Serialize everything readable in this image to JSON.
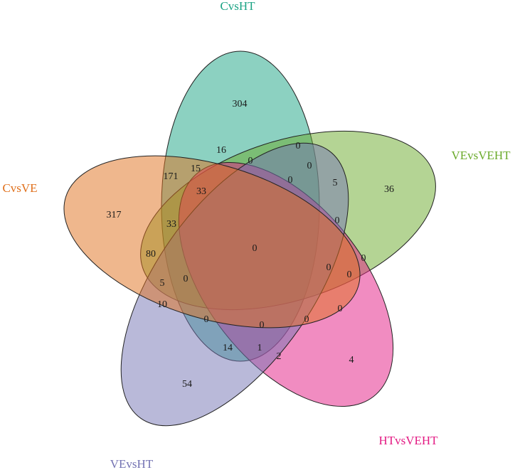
{
  "sets": [
    {
      "name": "CvsHT",
      "color": "#1AA384"
    },
    {
      "name": "VEvsVEHT",
      "color": "#6AAA2A"
    },
    {
      "name": "HTvsVEHT",
      "color": "#E31A83"
    },
    {
      "name": "VEvsHT",
      "color": "#7473B3"
    },
    {
      "name": "CvsVE",
      "color": "#E0701C"
    }
  ],
  "counts": [
    "304",
    "36",
    "4",
    "54",
    "317",
    "16",
    "0",
    "0",
    "0",
    "15",
    "171",
    "0",
    "5",
    "33",
    "33",
    "0",
    "0",
    "0",
    "0",
    "0",
    "80",
    "5",
    "0",
    "10",
    "0",
    "0",
    "0",
    "14",
    "1",
    "2",
    "0"
  ]
}
